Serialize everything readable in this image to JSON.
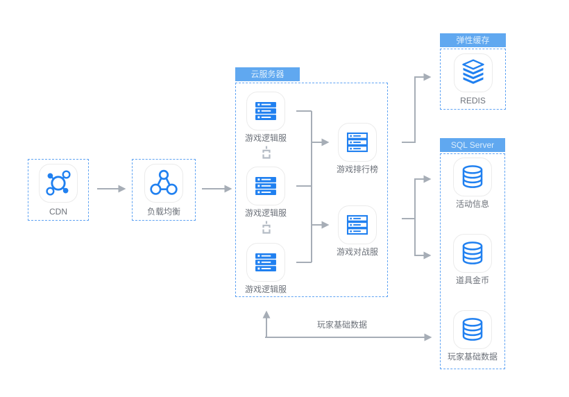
{
  "colors": {
    "accent_blue": "#2080f0",
    "tag_blue": "#60a8f0",
    "dashed_border_blue": "#5da2f3",
    "connector_gray": "#a6adb6",
    "label_gray": "#6d727a",
    "chain_gray": "#b5bcc5"
  },
  "nodes": {
    "cdn": {
      "label": "CDN",
      "icon": "cdn-network-icon"
    },
    "load_balancer": {
      "label": "负载均衡",
      "icon": "load-balancer-icon"
    },
    "cloud_server_group": {
      "label": "云服务器"
    },
    "logic_server_1": {
      "label": "游戏逻辑服",
      "icon": "server-stack-icon"
    },
    "logic_server_2": {
      "label": "游戏逻辑服",
      "icon": "server-stack-icon"
    },
    "logic_server_3": {
      "label": "游戏逻辑服",
      "icon": "server-stack-icon"
    },
    "leaderboard": {
      "label": "游戏排行榜",
      "icon": "server-stack-icon"
    },
    "battle_server": {
      "label": "游戏对战服",
      "icon": "server-stack-icon"
    },
    "elastic_cache_group": {
      "label": "弹性缓存"
    },
    "redis": {
      "label": "REDIS",
      "icon": "redis-layers-icon"
    },
    "sql_server_group": {
      "label": "SQL Server"
    },
    "db_activity": {
      "label": "活动信息",
      "icon": "database-icon"
    },
    "db_item_gold": {
      "label": "道具金币",
      "icon": "database-icon"
    },
    "db_player_base": {
      "label": "玩家基础数据",
      "icon": "database-icon"
    }
  },
  "edges": {
    "player_base_data_label": "玩家基础数据"
  }
}
